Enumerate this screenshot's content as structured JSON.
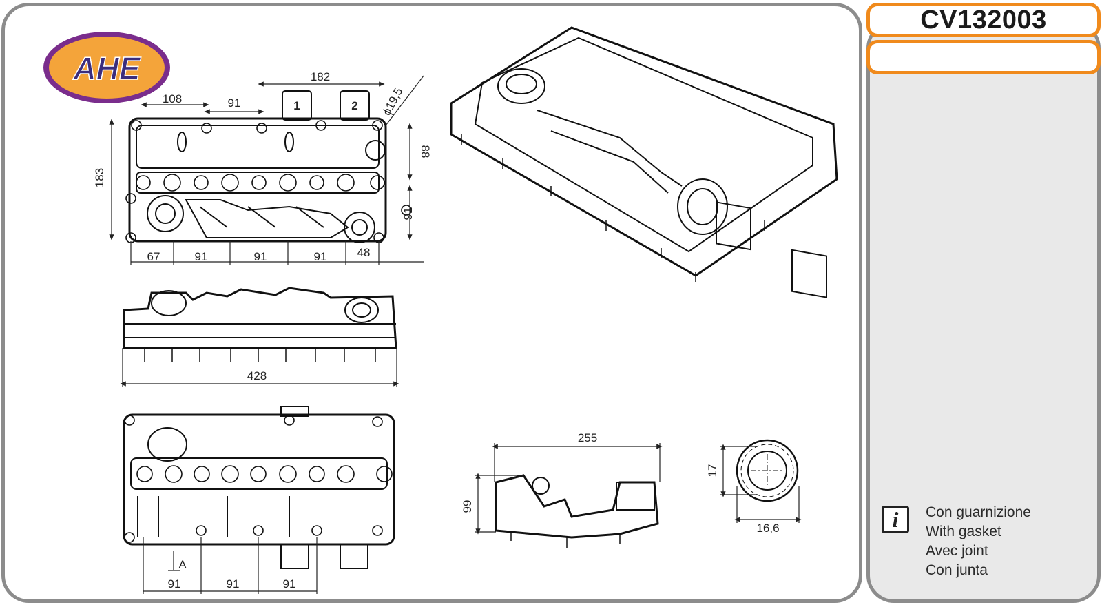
{
  "brand": {
    "logo_text": "AHE",
    "colors": {
      "logo_fill": "#f4a43a",
      "logo_ring": "#7a2d8c",
      "logo_text": "#3b2d7d"
    }
  },
  "part": {
    "code": "CV132003",
    "secondary": ""
  },
  "accent_color": "#f08a1c",
  "info": {
    "icon": "info-icon",
    "icon_glyph": "i",
    "lines": [
      "Con guarnizione",
      "With gasket",
      "Avec joint",
      "Con junta"
    ]
  },
  "top_view": {
    "dim_overall_width": "182",
    "dim_first_offset": "108",
    "dim_spacing_top": "91",
    "dim_diameter": "ϕ19,5",
    "dim_height": "183",
    "dim_right_upper": "88",
    "dim_right_lower": "91",
    "bottom_dims": [
      "67",
      "91",
      "91",
      "91",
      "48"
    ],
    "port_labels": [
      "1",
      "2"
    ]
  },
  "side_view": {
    "dim_length": "428"
  },
  "bottom_view": {
    "bottom_dims": [
      "91",
      "91",
      "91"
    ],
    "marker": "A"
  },
  "end_view": {
    "dim_width": "255",
    "dim_height": "99"
  },
  "seal_view": {
    "dim_height": "17",
    "dim_diameter": "16,6"
  }
}
